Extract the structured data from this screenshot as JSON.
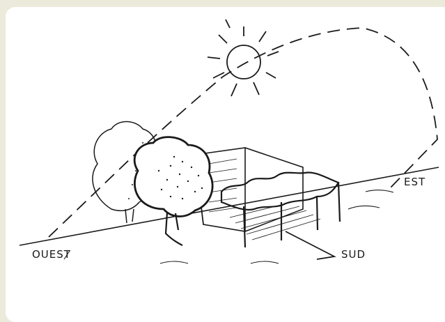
{
  "labels": {
    "west": "OUEST",
    "east": "EST",
    "south": "SUD"
  },
  "colors": {
    "background": "#ebeadb",
    "card": "#ffffff",
    "ink": "#1a1a1a"
  },
  "icons": [
    "sun-icon",
    "tree-icon",
    "house-icon",
    "pergola-icon",
    "south-arrow-icon"
  ]
}
